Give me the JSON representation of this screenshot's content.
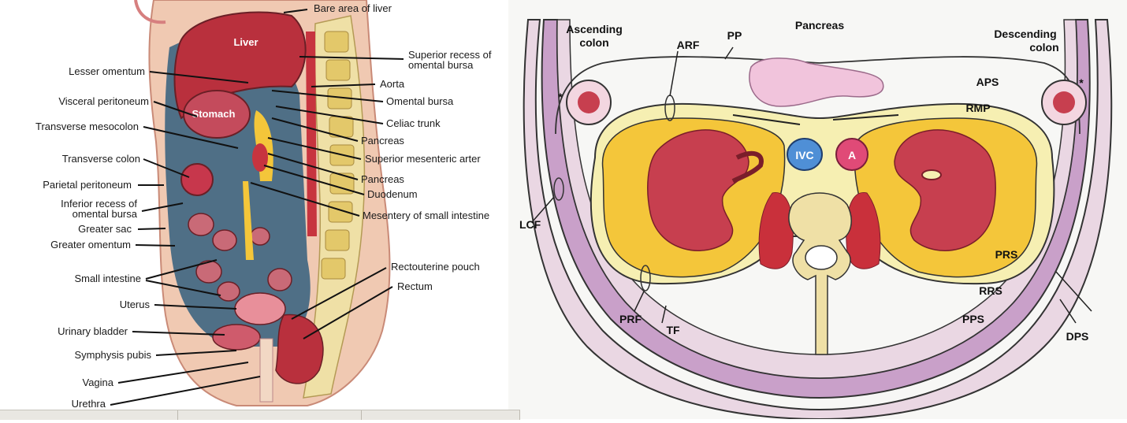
{
  "left_figure": {
    "organ_labels": {
      "liver": "Liver",
      "stomach": "Stomach"
    },
    "labels": [
      "Bare area of liver",
      "Superior recess of",
      "omental bursa",
      "Aorta",
      "Omental bursa",
      "Celiac trunk",
      "Pancreas",
      "Superior mesenteric arter",
      "Pancreas",
      "Duodenum",
      "Mesentery of small intestine",
      "Rectouterine pouch",
      "Rectum",
      "Lesser omentum",
      "Visceral peritoneum",
      "Transverse mesocolon",
      "Transverse colon",
      "Parietal peritoneum",
      "Inferior recess of",
      "omental bursa",
      "Greater sac",
      "Greater omentum",
      "Small intestine",
      "Uterus",
      "Urinary bladder",
      "Symphysis pubis",
      "Vagina",
      "Urethra"
    ]
  },
  "right_figure": {
    "labels": {
      "ascending_colon_1": "Ascending",
      "ascending_colon_2": "colon",
      "arf": "ARF",
      "pp": "PP",
      "pancreas": "Pancreas",
      "descending_colon_1": "Descending",
      "descending_colon_2": "colon",
      "aps": "APS",
      "rmp": "RMP",
      "ivc": "IVC",
      "aorta": "A",
      "lcf": "LCF",
      "prs": "PRS",
      "rrs": "RRS",
      "pps": "PPS",
      "prf": "PRF",
      "tf": "TF",
      "dps": "DPS",
      "asterisk_left": "*",
      "asterisk_right": "*"
    }
  },
  "colors": {
    "liver": "#b9303d",
    "peritoneal_blue": "#5e7e94",
    "fat_yellow": "#f4c63a",
    "pale_yellow": "#f6efb2",
    "lilac": "#c9a0c9",
    "pink_bg": "#ead7e3",
    "kidney_red": "#c73f4f",
    "ivc_blue": "#4f8fd6",
    "aorta_pink": "#e04a77"
  }
}
